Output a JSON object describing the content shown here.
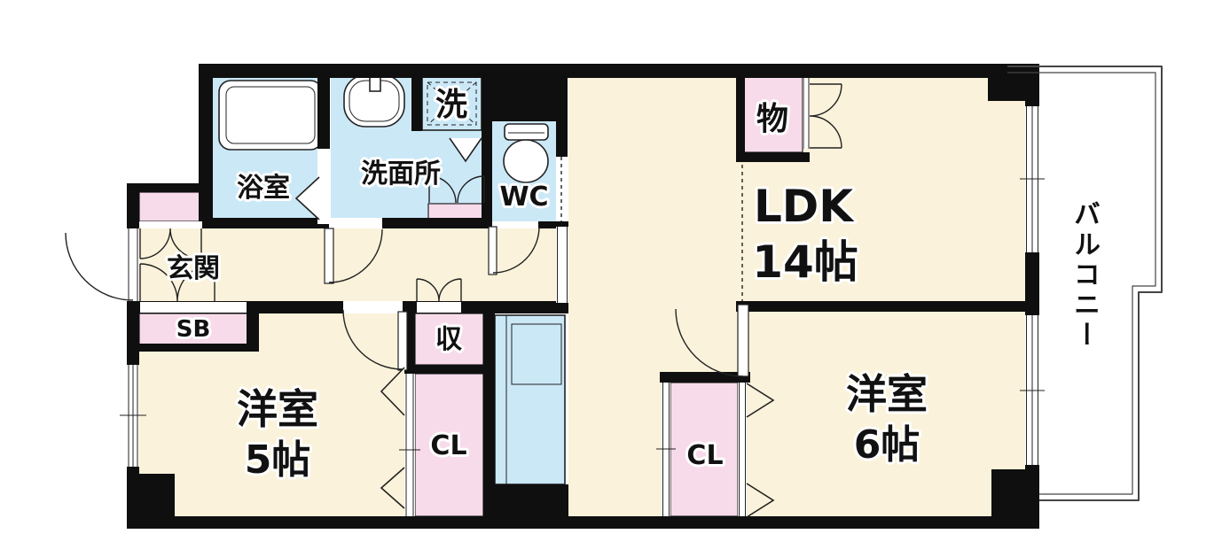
{
  "title": "apartment-floor-plan",
  "layout_type": "2LDK floor plan",
  "rooms": {
    "bath": {
      "label": "浴室"
    },
    "washroom": {
      "label": "洗面所"
    },
    "laundry": {
      "label": "洗"
    },
    "wc": {
      "label": "WC"
    },
    "entrance": {
      "label": "玄関"
    },
    "shoe_box": {
      "label": "SB"
    },
    "western_room_5": {
      "label": "洋室",
      "size": "5帖"
    },
    "closet_5": {
      "label": "CL"
    },
    "hall_storage": {
      "label": "収"
    },
    "ldk": {
      "label": "LDK",
      "size": "14帖"
    },
    "ldk_storage": {
      "label": "物"
    },
    "western_room_6": {
      "label": "洋室",
      "size": "6帖"
    },
    "closet_6": {
      "label": "CL"
    },
    "balcony": {
      "label": "バルコニー"
    }
  },
  "colors": {
    "floor": "#FAF2DA",
    "wet_area": "#CBE8F7",
    "storage_pink": "#F8DBEB",
    "wall": "#0F0F0F",
    "balcony": "#FFFFFF"
  }
}
